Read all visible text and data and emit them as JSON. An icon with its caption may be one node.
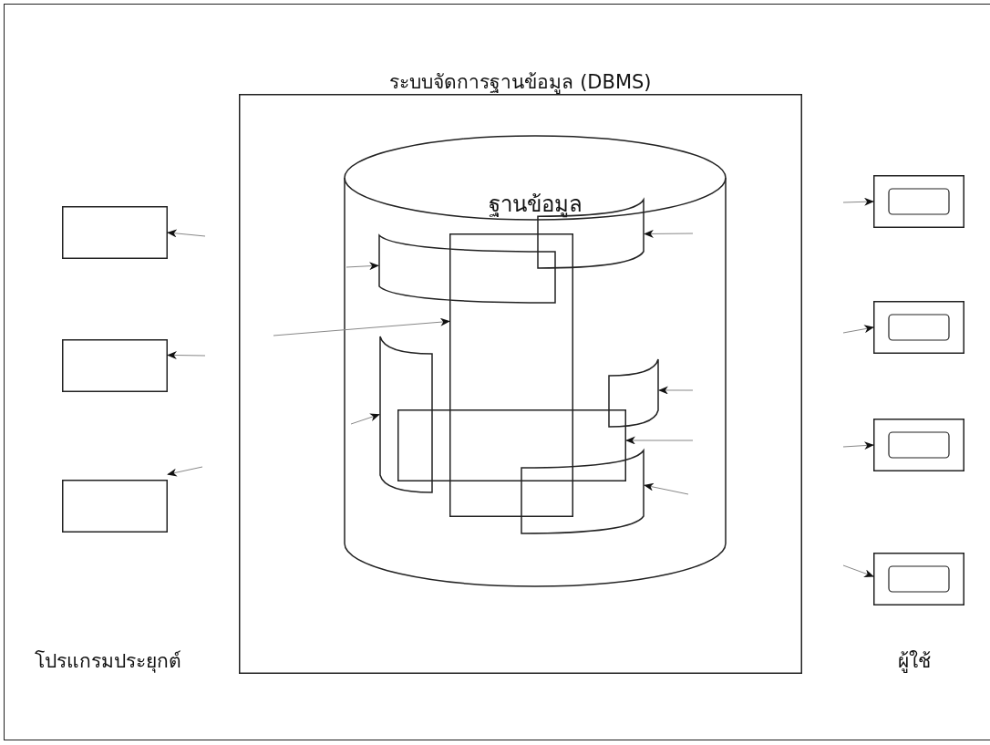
{
  "diagram": {
    "nodes": [
      {
        "text": [
          "ระบบจัดการฐานข้อมูล (DBMS)"
        ]
      },
      {
        "text": [
          "ฐานข้อมูล"
        ],
        "in": 0
      },
      {
        "text": [],
        "shape": "sheet",
        "in": 1
      },
      {
        "text": [],
        "shape": "sheet",
        "in": 1
      },
      {
        "text": [],
        "shape": "box",
        "in": 1
      },
      {
        "text": [],
        "shape": "sheet",
        "in": 1
      },
      {
        "text": [],
        "shape": "sheet",
        "in": 1
      },
      {
        "text": [],
        "shape": "box",
        "in": 1
      },
      {
        "text": [],
        "shape": "sheet",
        "in": 1
      },
      {
        "text": [],
        "shape": "box"
      },
      {
        "text": [],
        "shape": "box"
      },
      {
        "text": [],
        "shape": "box"
      },
      {
        "text": [],
        "shape": "screen"
      },
      {
        "text": [],
        "shape": "screen"
      },
      {
        "text": [],
        "shape": "screen"
      },
      {
        "text": [],
        "shape": "screen"
      }
    ],
    "edges": [
      {
        "from": null,
        "to": 2,
        "arrow": "to"
      },
      {
        "from": null,
        "to": 3,
        "arrow": "to"
      },
      {
        "from": null,
        "to": 4,
        "arrow": "to"
      },
      {
        "from": null,
        "to": 5,
        "arrow": "to"
      },
      {
        "from": null,
        "to": 6,
        "arrow": "to"
      },
      {
        "from": null,
        "to": 7,
        "arrow": "to"
      },
      {
        "from": null,
        "to": 8,
        "arrow": "to"
      },
      {
        "from": null,
        "to": 9,
        "arrow": "to"
      },
      {
        "from": null,
        "to": 10,
        "arrow": "to"
      },
      {
        "from": null,
        "to": 11,
        "arrow": "to"
      },
      {
        "from": null,
        "to": 12,
        "arrow": "to"
      },
      {
        "from": null,
        "to": 13,
        "arrow": "to"
      },
      {
        "from": null,
        "to": 14,
        "arrow": "to"
      },
      {
        "from": null,
        "to": 15,
        "arrow": "to"
      }
    ],
    "labels": [
      "โปรแกรมประยุกต์",
      "ผู้ใช้"
    ]
  }
}
